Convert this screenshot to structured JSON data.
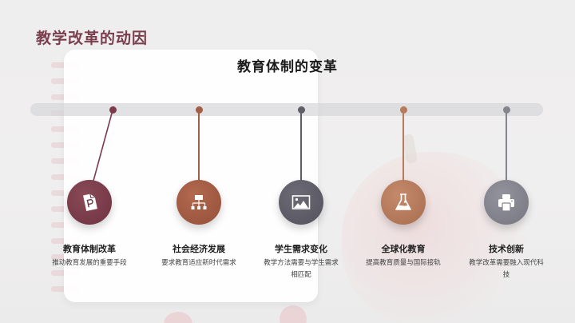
{
  "page": {
    "title": "教学改革的动因",
    "subtitle": "教育体制的变革"
  },
  "colors": {
    "title": "#7a3f4d",
    "maroon": "#7b3b4a",
    "brown": "#a35e45",
    "slate": "#5e5d68",
    "copper": "#b77a5b",
    "gray": "#85858f"
  },
  "timeline": {
    "items": [
      {
        "label": "教育体制改革",
        "description": "推动教育发展的重要手段",
        "icon": "powerpoint-file-icon",
        "color": "#7b3b4a"
      },
      {
        "label": "社会经济发展",
        "description": "要求教育适应新时代需求",
        "icon": "sitemap-icon",
        "color": "#a35e45"
      },
      {
        "label": "学生需求变化",
        "description": "教学方法需要与学生需求相匹配",
        "icon": "image-icon",
        "color": "#5e5d68"
      },
      {
        "label": "全球化教育",
        "description": "提高教育质量与国际接轨",
        "icon": "flask-icon",
        "color": "#b77a5b"
      },
      {
        "label": "技术创新",
        "description": "教学改革需要融入现代科技",
        "icon": "printer-icon",
        "color": "#85858f"
      }
    ]
  }
}
